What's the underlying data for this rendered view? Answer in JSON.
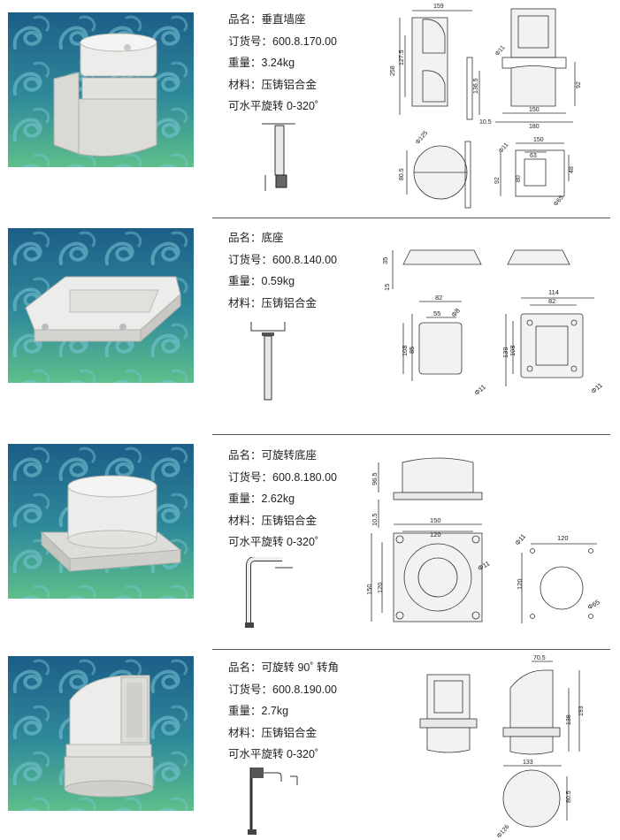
{
  "products": [
    {
      "name": "品名：垂直墙座",
      "order": "订货号：600.8.170.00",
      "weight": "重量：3.24kg",
      "material": "材料：压铸铝合金",
      "rotation": "可水平旋转 0-320˚",
      "dims": {
        "d1": "159",
        "d2": "258",
        "d3": "127.5",
        "d4": "136.5",
        "d5": "10.5",
        "d6": "Φ11",
        "d7": "150",
        "d8": "180",
        "d9": "92",
        "d10": "Φ125",
        "d11": "80.5",
        "d12": "Φ11",
        "d13": "150",
        "d14": "63",
        "d15": "92",
        "d16": "80",
        "d17": "48",
        "d18": "Φ65"
      }
    },
    {
      "name": "品名：底座",
      "order": "订货号：600.8.140.00",
      "weight": "重量：0.59kg",
      "material": "材料：压铸铝合金",
      "dims": {
        "d1": "35",
        "d2": "15",
        "d3": "82",
        "d4": "55",
        "d5": "Φ8",
        "d6": "108",
        "d7": "85",
        "d8": "Φ11",
        "d9": "114",
        "d10": "82",
        "d11": "139",
        "d12": "108",
        "d13": "Φ11"
      }
    },
    {
      "name": "品名：可旋转底座",
      "order": "订货号：600.8.180.00",
      "weight": "重量：2.62kg",
      "material": "材料：压铸铝合金",
      "rotation": "可水平旋转 0-320˚",
      "dims": {
        "d1": "96.5",
        "d2": "10.5",
        "d3": "150",
        "d4": "120",
        "d5": "150",
        "d6": "120",
        "d7": "Φ11",
        "d8": "Φ11",
        "d9": "120",
        "d10": "120",
        "d11": "Φ65"
      }
    },
    {
      "name": "品名：可旋转 90˚ 转角",
      "order": "订货号：600.8.190.00",
      "weight": "重量：2.7kg",
      "material": "材料：压铸铝合金",
      "rotation": "可水平旋转 0-320˚",
      "dims": {
        "d1": "70.5",
        "d2": "138",
        "d3": "193",
        "d4": "133",
        "d5": "80.5",
        "d6": "Φ126"
      }
    }
  ]
}
